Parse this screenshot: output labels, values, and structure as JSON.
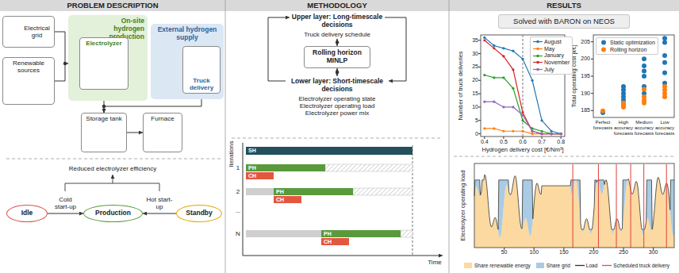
{
  "diagram": {
    "nodes": [
      {
        "text": [
          "Electrical grid"
        ]
      },
      {
        "text": [
          "On-site hydrogen production"
        ]
      },
      {
        "text": [
          "Electrolyzer"
        ],
        "in": 1
      },
      {
        "text": [
          "Renewable sources"
        ]
      },
      {
        "text": [
          "External hydrogen supply"
        ]
      },
      {
        "text": [
          "Truck delivery"
        ],
        "in": 4
      },
      {
        "text": [
          "Storage tank"
        ]
      },
      {
        "text": [
          "Furnace"
        ]
      },
      {
        "text": [
          "Idle"
        ]
      },
      {
        "text": [
          "Production"
        ]
      },
      {
        "text": [
          "Standby"
        ]
      },
      {
        "text": [
          "Upper layer: Long-timescale decisions",
          "Truck delivery schedule"
        ]
      },
      {
        "text": [
          "Rolling horizon MINLP"
        ]
      },
      {
        "text": [
          "Lower layer: Short-timescale decisions",
          "Electrolyzer operating state",
          "Electrolyzer operating load",
          "Electrolyzer power mix"
        ]
      },
      {
        "text": [
          "SH"
        ]
      },
      {
        "text": [
          "PH"
        ]
      },
      {
        "text": [
          "CH"
        ]
      },
      {
        "text": [
          "PH"
        ]
      },
      {
        "text": [
          "CH"
        ]
      },
      {
        "text": [
          "PH"
        ]
      },
      {
        "text": [
          "CH"
        ]
      },
      {
        "text": [
          "Solved with BARON on NEOS"
        ]
      }
    ],
    "edges": [
      {
        "from": 0,
        "to": 2,
        "arrow": "to"
      },
      {
        "from": 3,
        "to": 2,
        "arrow": "to"
      },
      {
        "from": 2,
        "to": 6,
        "arrow": "to"
      },
      {
        "from": 5,
        "to": 6,
        "arrow": "to"
      },
      {
        "from": 6,
        "to": 7,
        "arrow": "to"
      },
      {
        "from": 8,
        "to": 9,
        "label": "Cold start-up",
        "arrow": "to"
      },
      {
        "from": 10,
        "to": 9,
        "label": "Hot start-up",
        "arrow": "to"
      },
      {
        "from": 11,
        "to": 12,
        "arrow": "both"
      },
      {
        "from": 12,
        "to": 13,
        "arrow": "both"
      },
      {
        "from": 13,
        "to": 11,
        "arrow": "to"
      },
      {
        "from": 11,
        "to": 13,
        "arrow": "to"
      }
    ],
    "labels": [
      "PROBLEM DESCRIPTION",
      "METHODOLOGY",
      "RESULTS",
      "Reduced electrolyzer efficiency",
      "Iterations",
      "1",
      "2",
      "...",
      "N",
      "Time",
      "Number of truck deliveries",
      "0",
      "5",
      "10",
      "15",
      "20",
      "25",
      "30",
      "35",
      "0.4",
      "0.5",
      "0.6",
      "0.7",
      "0.8",
      "Hydrogen delivery cost [€/Nm³]",
      "Total operating cost [k€]",
      "185",
      "190",
      "195",
      "200",
      "205",
      "Perfect forecasts",
      "High accuracy forecasts",
      "Medium accuracy forecasts",
      "Low accuracy forecasts",
      "Electrolyzer operating load",
      "50",
      "100",
      "150",
      "200",
      "250",
      "300"
    ],
    "legend": [
      {
        "text": "August"
      },
      {
        "text": "May"
      },
      {
        "text": "January"
      },
      {
        "text": "November"
      },
      {
        "text": "July"
      },
      {
        "text": "Static optimization"
      },
      {
        "text": "Rolling horizon"
      },
      {
        "text": "Share renewable energy",
        "color": "#fcd9a0"
      },
      {
        "text": "Share grid",
        "color": "#a9cbe3"
      },
      {
        "text": "Load"
      },
      {
        "text": "Scheduled truck delivery"
      }
    ]
  }
}
